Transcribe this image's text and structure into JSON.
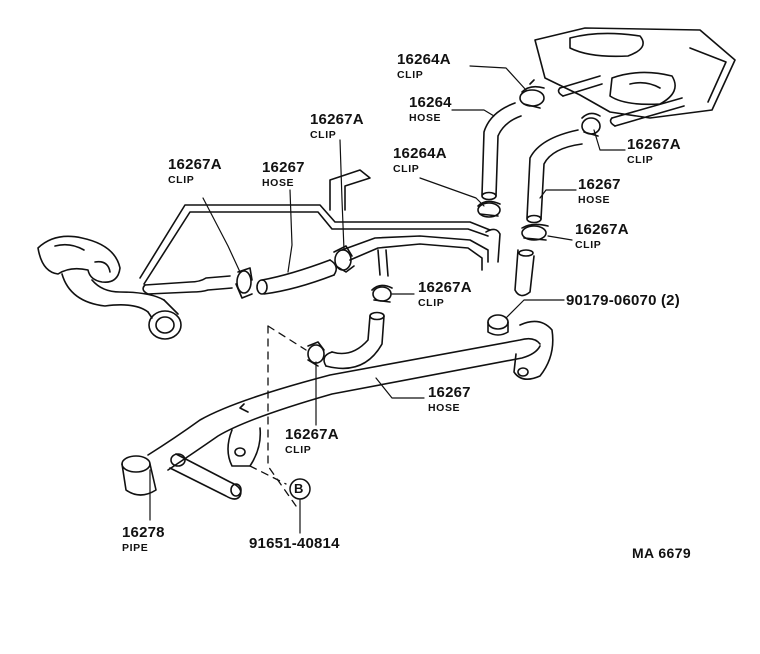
{
  "colors": {
    "ink": "#111111",
    "paper": "#ffffff"
  },
  "callouts": [
    {
      "id": "c1",
      "part": "16264A",
      "desc": "CLIP"
    },
    {
      "id": "c2",
      "part": "16264",
      "desc": "HOSE"
    },
    {
      "id": "c3",
      "part": "16267A",
      "desc": "CLIP"
    },
    {
      "id": "c4",
      "part": "16267A",
      "desc": "CLIP"
    },
    {
      "id": "c5",
      "part": "16267",
      "desc": "HOSE"
    },
    {
      "id": "c6",
      "part": "16264A",
      "desc": "CLIP"
    },
    {
      "id": "c7",
      "part": "16267A",
      "desc": "CLIP"
    },
    {
      "id": "c8",
      "part": "16267",
      "desc": "HOSE"
    },
    {
      "id": "c9",
      "part": "16267A",
      "desc": "CLIP"
    },
    {
      "id": "c10",
      "part": "16267A",
      "desc": "CLIP"
    },
    {
      "id": "c11",
      "part": "90179-06070 (2)",
      "desc": ""
    },
    {
      "id": "c12",
      "part": "16267",
      "desc": "HOSE"
    },
    {
      "id": "c13",
      "part": "16267A",
      "desc": "CLIP"
    },
    {
      "id": "c14",
      "part": "16278",
      "desc": "PIPE"
    },
    {
      "id": "c15",
      "part": "91651-40814",
      "desc": ""
    }
  ],
  "ref_marker": "B",
  "figure_code": "MA  6679"
}
